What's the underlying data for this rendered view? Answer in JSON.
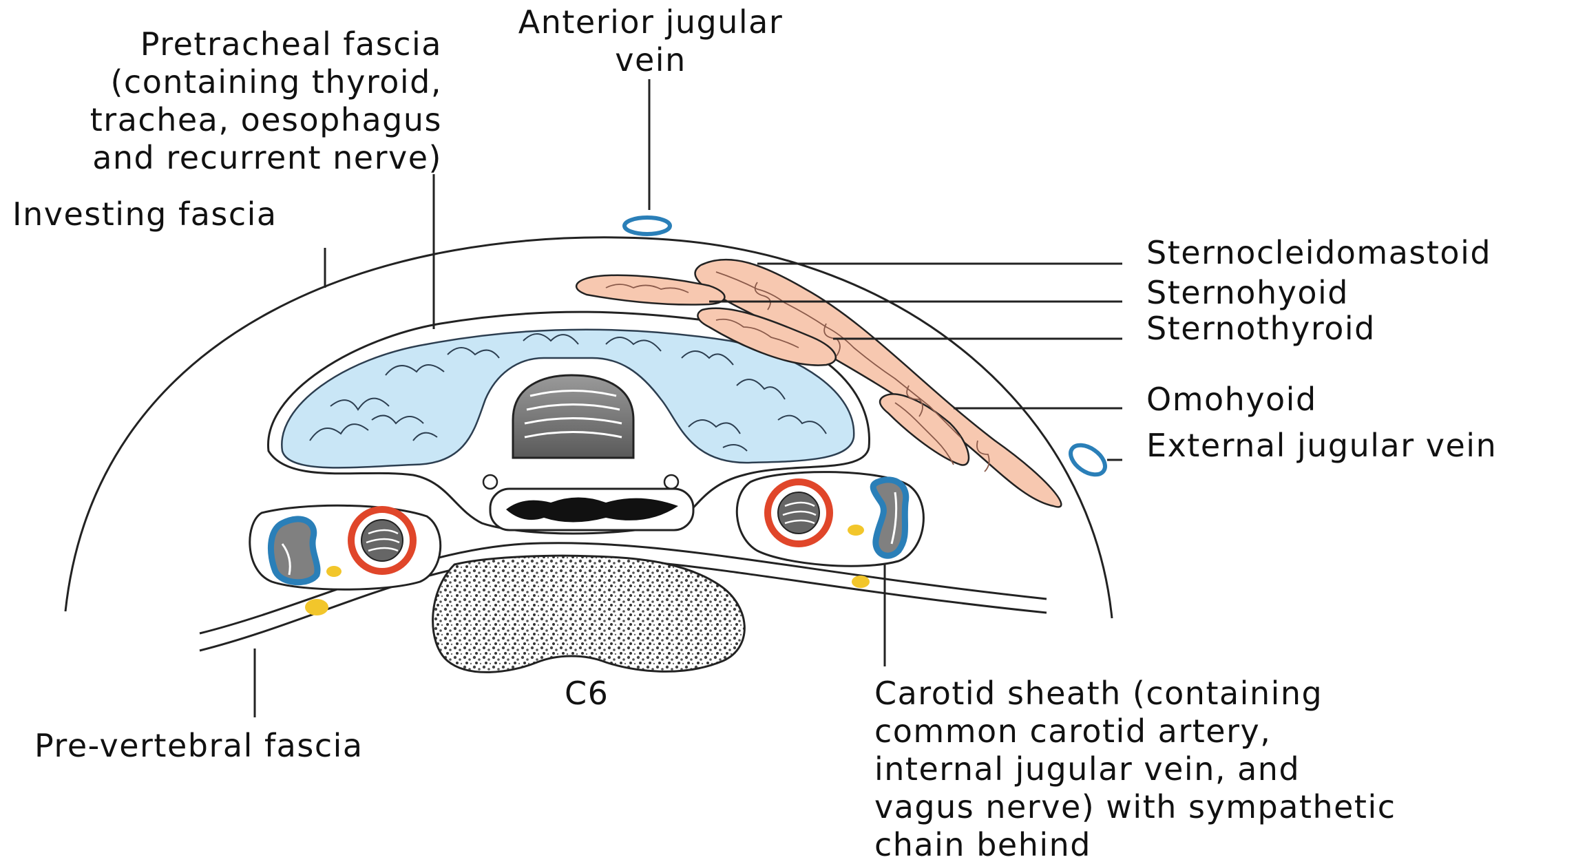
{
  "labels": {
    "anterior_jugular_vein": "Anterior jugular\nvein",
    "pretracheal_fascia": "Pretracheal fascia\n(containing thyroid,\ntrachea, oesophagus\nand recurrent nerve)",
    "investing_fascia": "Investing fascia",
    "sternocleidomastoid": "Sternocleidomastoid",
    "sternohyoid": "Sternohyoid",
    "sternothyroid": "Sternothyroid",
    "omohyoid": "Omohyoid",
    "external_jugular_vein": "External jugular vein",
    "c6": "C6",
    "carotid_sheath": "Carotid sheath (containing\ncommon carotid artery,\ninternal jugular vein, and\nvagus nerve) with sympathetic\nchain behind",
    "prevertebral_fascia": "Pre-vertebral fascia"
  },
  "colors": {
    "thyroid": "#c9e6f6",
    "muscle": "#f7c8b0",
    "vein": "#2a7fb8",
    "artery": "#e0462a",
    "nerve": "#f2c62b",
    "line": "#222222"
  }
}
